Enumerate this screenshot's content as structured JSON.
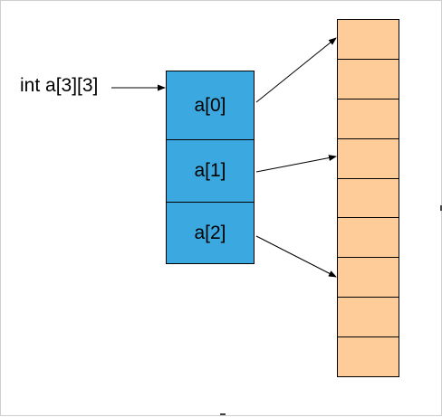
{
  "declaration": {
    "label": "int a[3][3]"
  },
  "row_pointers": [
    {
      "label": "a[0]"
    },
    {
      "label": "a[1]"
    },
    {
      "label": "a[2]"
    }
  ],
  "element_block": {
    "cell_count": 9
  },
  "colors": {
    "row_fill": "#3ca8e0",
    "element_fill": "#fdcc99",
    "border": "#000000",
    "arrow": "#000000"
  }
}
